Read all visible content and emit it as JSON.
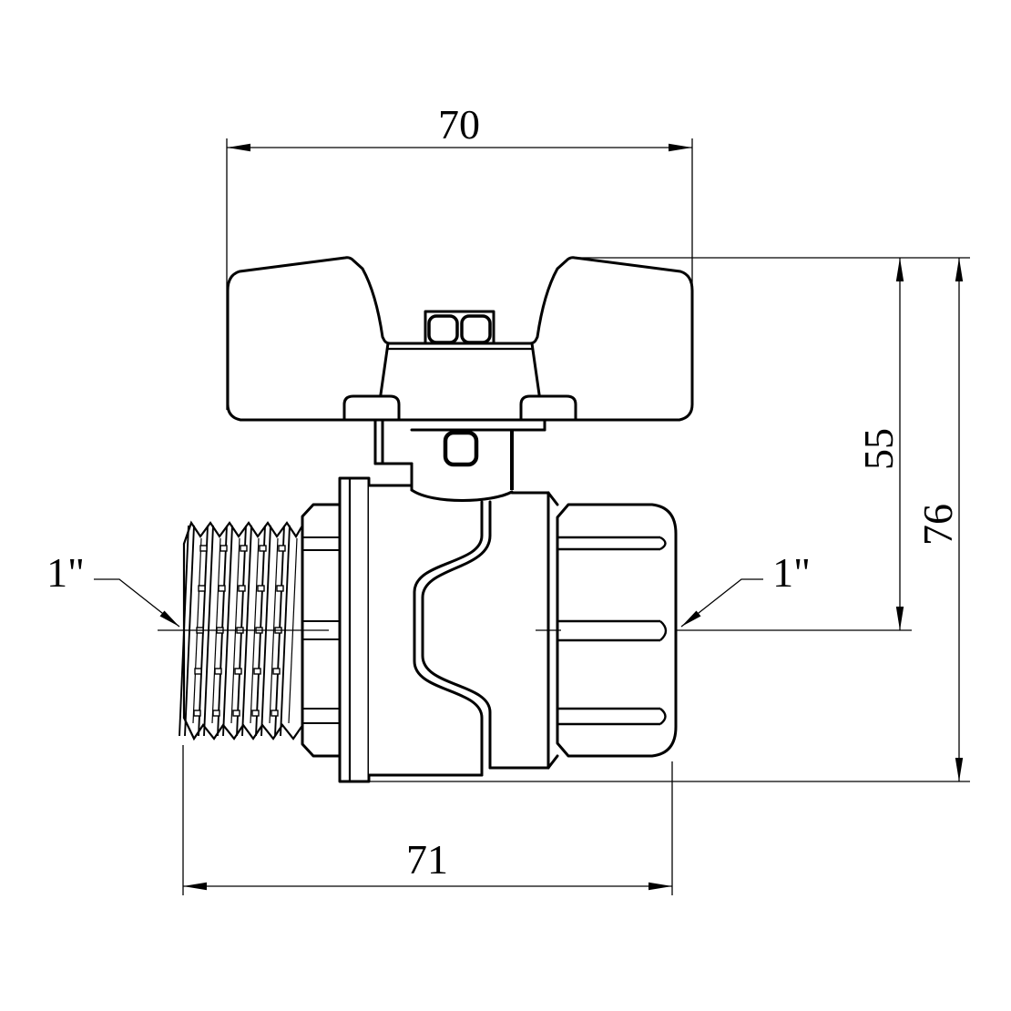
{
  "page": {
    "background": "#ffffff",
    "line_color": "#000000"
  },
  "dims": {
    "top_width": "70",
    "handle_to_center": "55",
    "overall_height": "76",
    "body_length": "71"
  },
  "ports": {
    "left_thread": "1\"",
    "right_thread": "1\""
  }
}
